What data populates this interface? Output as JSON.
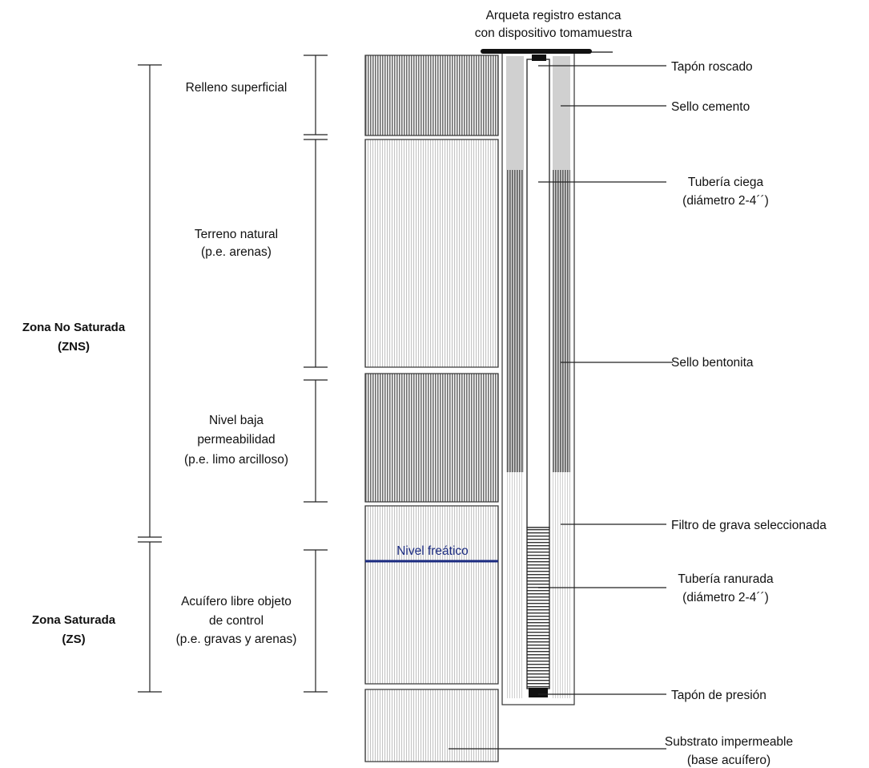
{
  "top_label": [
    "Arqueta registro estanca",
    "con dispositivo tomamuestra"
  ],
  "zones": {
    "unsaturated": [
      "Zona No Saturada",
      "(ZNS)"
    ],
    "saturated": [
      "Zona Saturada",
      "(ZS)"
    ]
  },
  "layers": {
    "fill": [
      "Relleno superficial"
    ],
    "natural": [
      "Terreno natural",
      "(p.e. arenas)"
    ],
    "low_perm": [
      "Nivel baja",
      "permeabilidad",
      "(p.e. limo arcilloso)"
    ],
    "aquifer": [
      "Acuífero libre objeto",
      "de control",
      "(p.e. gravas y arenas)"
    ]
  },
  "water_table": "Nivel freático",
  "callouts": {
    "threaded_cap": [
      "Tapón roscado"
    ],
    "cement_seal": [
      "Sello cemento"
    ],
    "blind_pipe": [
      "Tubería ciega",
      "(diámetro 2-4´´)"
    ],
    "bentonite_seal": [
      "Sello bentonita"
    ],
    "gravel_filter": [
      "Filtro de grava seleccionada"
    ],
    "slotted_pipe": [
      "Tubería ranurada",
      "(diámetro 2-4´´)"
    ],
    "pressure_cap": [
      "Tapón de presión"
    ],
    "substrate": [
      "Substrato impermeable",
      "(base acuífero)"
    ]
  },
  "colors": {
    "water_table": "#1a2a80",
    "dark_fill": "#8a8a8a",
    "light_fill": "#dcdcdc",
    "cement": "#cfcfcf",
    "bentonite": "#7a7a7a"
  }
}
